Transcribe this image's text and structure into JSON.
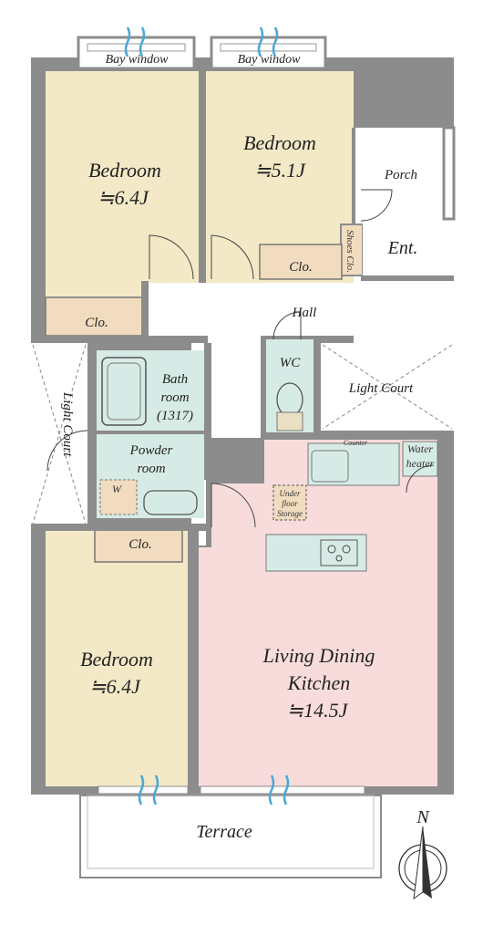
{
  "rooms": {
    "bedroom_nw": {
      "name": "Bedroom",
      "size": "≒6.4J"
    },
    "bedroom_ne": {
      "name": "Bedroom",
      "size": "≒5.1J"
    },
    "bedroom_sw": {
      "name": "Bedroom",
      "size": "≒6.4J"
    },
    "ldk": {
      "line1": "Living Dining",
      "line2": "Kitchen",
      "size": "≒14.5J"
    }
  },
  "labels": {
    "bay_window_left": "Bay window",
    "bay_window_right": "Bay window",
    "porch": "Porch",
    "ent": "Ent.",
    "shoes_clo": "Shoes Clo.",
    "clo_ne": "Clo.",
    "clo_nw": "Clo.",
    "clo_sw": "Clo.",
    "hall": "Hall",
    "wc": "WC",
    "light_court_east": "Light Court",
    "light_court_west": "Light Court",
    "bath_line1": "Bath",
    "bath_line2": "room",
    "bath_line3": "(1317)",
    "powder_line1": "Powder",
    "powder_line2": "room",
    "washer": "W",
    "counter": "Counter",
    "water_heater_line1": "Water",
    "water_heater_line2": "heater",
    "underfloor_line1": "Under",
    "underfloor_line2": "floor",
    "underfloor_line3": "Storage",
    "terrace": "Terrace",
    "north": "N"
  },
  "colors": {
    "wall": "#8c8c8c",
    "bedroom": "#f3e9c6",
    "closet": "#f1dcc0",
    "wet": "#d7ebe6",
    "ldk": "#f8dcdc",
    "hall": "#ffffff",
    "window_arrow": "#4aa8d8"
  }
}
